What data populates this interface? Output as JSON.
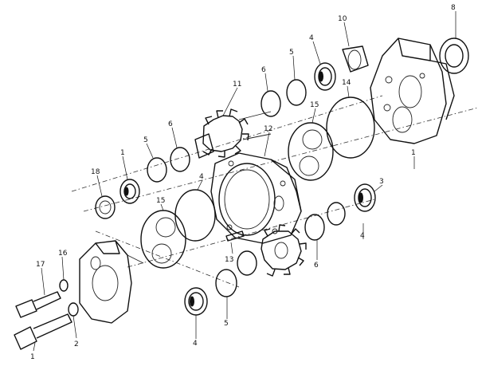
{
  "labels": [
    {
      "id": "lbl-1-bottom",
      "text": "1"
    },
    {
      "id": "lbl-1-mid",
      "text": "1"
    },
    {
      "id": "lbl-1-right",
      "text": "1"
    },
    {
      "id": "lbl-2",
      "text": "2"
    },
    {
      "id": "lbl-3",
      "text": "3"
    },
    {
      "id": "lbl-4-top",
      "text": "4"
    },
    {
      "id": "lbl-4-mid",
      "text": "4"
    },
    {
      "id": "lbl-4-right",
      "text": "4"
    },
    {
      "id": "lbl-5-top",
      "text": "5"
    },
    {
      "id": "lbl-5-left",
      "text": "5"
    },
    {
      "id": "lbl-5-bottom",
      "text": "5"
    },
    {
      "id": "lbl-6-top",
      "text": "6"
    },
    {
      "id": "lbl-6-left",
      "text": "6"
    },
    {
      "id": "lbl-6-bottom",
      "text": "6"
    },
    {
      "id": "lbl-8",
      "text": "8"
    },
    {
      "id": "lbl-10",
      "text": "10"
    },
    {
      "id": "lbl-11",
      "text": "11"
    },
    {
      "id": "lbl-12",
      "text": "12"
    },
    {
      "id": "lbl-13",
      "text": "13"
    },
    {
      "id": "lbl-14",
      "text": "14"
    },
    {
      "id": "lbl-15-top",
      "text": "15"
    },
    {
      "id": "lbl-15-left",
      "text": "15"
    },
    {
      "id": "lbl-16",
      "text": "16"
    },
    {
      "id": "lbl-17",
      "text": "17"
    },
    {
      "id": "lbl-18",
      "text": "18"
    }
  ]
}
